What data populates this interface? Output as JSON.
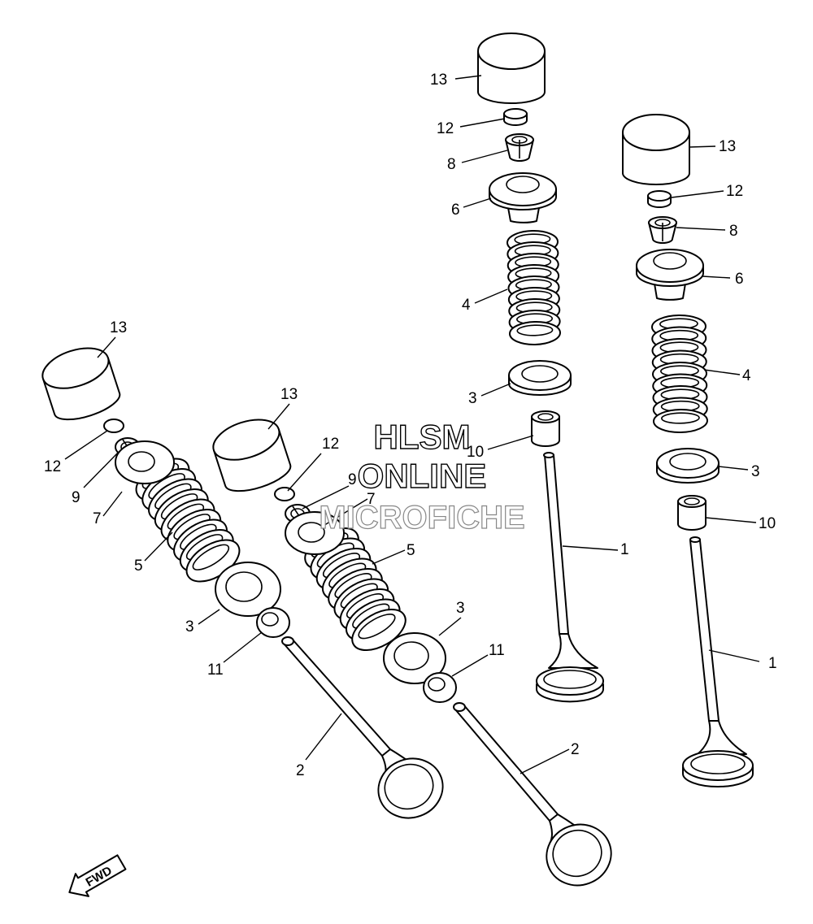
{
  "watermark": {
    "line1": "HLSM",
    "line2": "ONLINE",
    "line3": "MICROFICHE"
  },
  "direction_marker": {
    "label": "FWD",
    "icon": "forward-arrow-icon"
  },
  "callouts": {
    "exhaust_right": {
      "tappet": "13",
      "pad": "12",
      "cotter": "8",
      "retainer": "6",
      "spring": "4",
      "seat": "3",
      "seal": "10",
      "valve": "1"
    },
    "exhaust_left": {
      "tappet": "13",
      "pad": "12",
      "cotter": "8",
      "retainer": "6",
      "spring": "4",
      "seat": "3",
      "seal": "10",
      "valve": "1"
    },
    "intake_left": {
      "tappet": "13",
      "pad": "12",
      "cotter": "9",
      "retainer": "7",
      "spring": "5",
      "seat": "3",
      "seal": "11",
      "valve": "2"
    },
    "intake_mid": {
      "tappet": "13",
      "pad": "12",
      "cotter": "9",
      "retainer": "7",
      "spring": "5",
      "seat": "3",
      "seal": "11",
      "valve": "2"
    }
  }
}
